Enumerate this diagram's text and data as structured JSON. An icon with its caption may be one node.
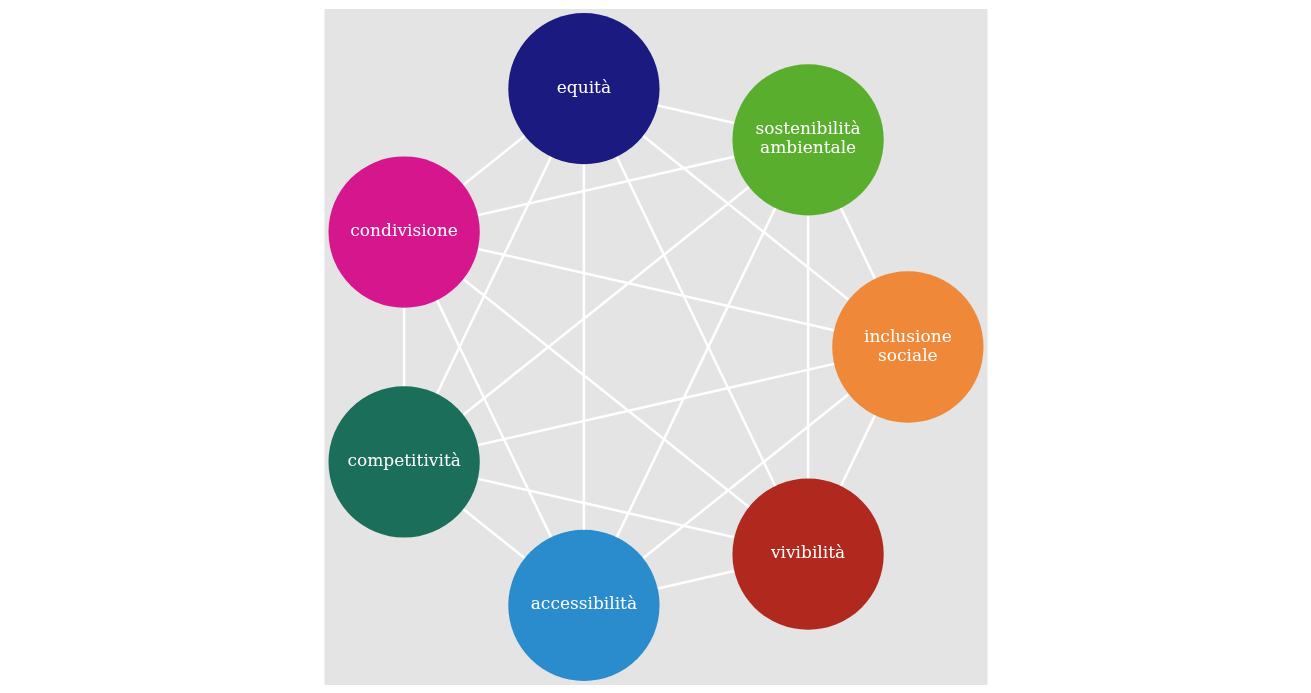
{
  "diagram": {
    "nodes": [
      {
        "text": [
          "vivibilità"
        ]
      },
      {
        "text": [
          "accessibilità"
        ]
      },
      {
        "text": [
          "inclusione sociale"
        ]
      },
      {
        "text": [
          "sostenibilità ambientale"
        ]
      },
      {
        "text": [
          "competitività"
        ]
      },
      {
        "text": [
          "equità"
        ]
      },
      {
        "text": [
          "condivisione"
        ]
      }
    ],
    "edges": [
      {
        "from": 0,
        "to": 1,
        "arrow": "none"
      },
      {
        "from": 0,
        "to": 2,
        "arrow": "none"
      },
      {
        "from": 0,
        "to": 3,
        "arrow": "none"
      },
      {
        "from": 0,
        "to": 4,
        "arrow": "none"
      },
      {
        "from": 0,
        "to": 5,
        "arrow": "none"
      },
      {
        "from": 0,
        "to": 6,
        "arrow": "none"
      },
      {
        "from": 1,
        "to": 2,
        "arrow": "none"
      },
      {
        "from": 1,
        "to": 3,
        "arrow": "none"
      },
      {
        "from": 1,
        "to": 4,
        "arrow": "none"
      },
      {
        "from": 1,
        "to": 5,
        "arrow": "none"
      },
      {
        "from": 1,
        "to": 6,
        "arrow": "none"
      },
      {
        "from": 2,
        "to": 3,
        "arrow": "none"
      },
      {
        "from": 2,
        "to": 4,
        "arrow": "none"
      },
      {
        "from": 2,
        "to": 5,
        "arrow": "none"
      },
      {
        "from": 2,
        "to": 6,
        "arrow": "none"
      },
      {
        "from": 3,
        "to": 4,
        "arrow": "none"
      },
      {
        "from": 3,
        "to": 5,
        "arrow": "none"
      },
      {
        "from": 3,
        "to": 6,
        "arrow": "none"
      },
      {
        "from": 4,
        "to": 5,
        "arrow": "none"
      },
      {
        "from": 4,
        "to": 6,
        "arrow": "none"
      },
      {
        "from": 5,
        "to": 6,
        "arrow": "none"
      }
    ]
  }
}
